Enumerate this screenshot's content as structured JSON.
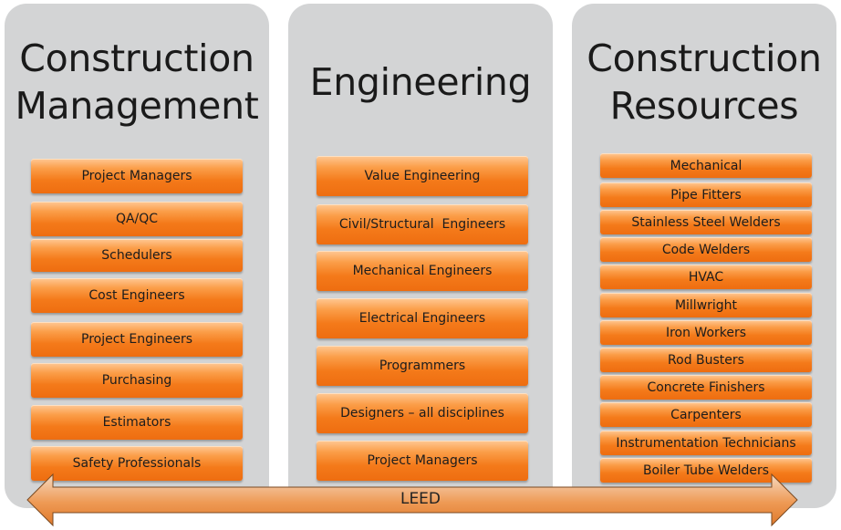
{
  "columns": [
    {
      "title": "Construction\nManagement",
      "items": [
        "Project Managers",
        "QA/QC",
        "Schedulers",
        "Cost Engineers",
        "Project Engineers",
        "Purchasing",
        "Estimators",
        "Safety Professionals"
      ]
    },
    {
      "title": "Engineering",
      "items": [
        "Value Engineering",
        "Civil/Structural  Engineers",
        "Mechanical Engineers",
        "Electrical Engineers",
        "Programmers",
        "Designers – all disciplines",
        "Project Managers"
      ]
    },
    {
      "title": "Construction\nResources",
      "items": [
        "Mechanical",
        "Pipe Fitters",
        "Stainless Steel Welders",
        "Code Welders",
        "HVAC",
        "Millwright",
        "Iron Workers",
        "Rod Busters",
        "Concrete Finishers",
        "Carpenters",
        "Instrumentation Technicians",
        "Boiler Tube Welders"
      ]
    }
  ],
  "arrow": {
    "label": "LEED"
  },
  "colors": {
    "panel": "#d3d4d5",
    "box_top": "#fb9e49",
    "box_bottom": "#ee6d10",
    "arrow_light": "#f6d9c1",
    "arrow_dark": "#e07a2c"
  }
}
